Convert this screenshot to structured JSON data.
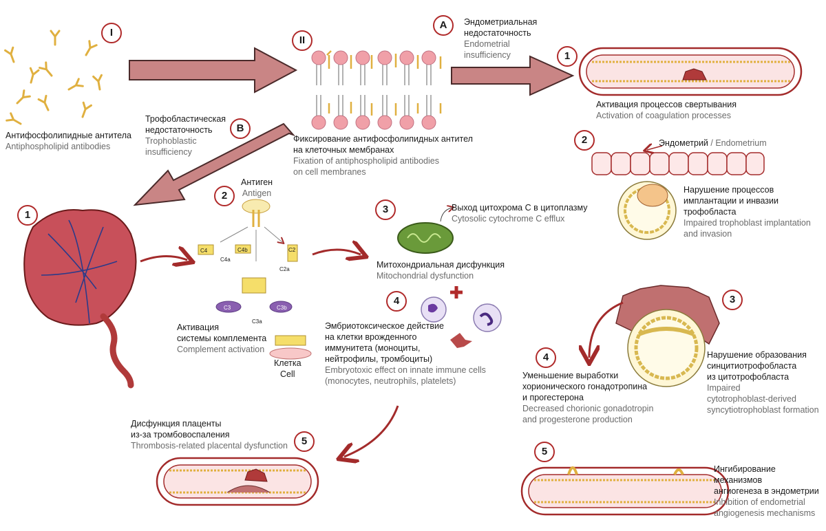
{
  "colors": {
    "arrow_fill": "#c98585",
    "arrow_stroke": "#4a2a2a",
    "badge_ring": "#b02a2a",
    "antibody": "#e0b040",
    "vessel": "#a32b2b",
    "membrane_head": "#f0a0a8",
    "mito": "#6a9a3a",
    "complement_yellow": "#f5de6a",
    "complement_purple": "#8a5fb0"
  },
  "badges": {
    "I": "I",
    "II": "II",
    "A": "A",
    "B": "B",
    "n1": "1",
    "n2": "2",
    "n3": "3",
    "n4": "4",
    "n5": "5"
  },
  "antibodies": {
    "ru": "Антифосфолипидные антитела",
    "en": "Antiphospholipid antibodies"
  },
  "fixation": {
    "ru1": "Фиксирование антифосфолипидных антител",
    "ru2": "на клеточных мембранах",
    "en1": "Fixation of antiphospholipid antibodies",
    "en2": "on cell membranes"
  },
  "endometrial_insufficiency": {
    "ru1": "Эндометриальная",
    "ru2": "недостаточность",
    "en1": "Endometrial",
    "en2": "insufficiency"
  },
  "trophoblastic_insufficiency": {
    "ru1": "Трофобластическая",
    "ru2": "недостаточность",
    "en1": "Trophoblastic",
    "en2": "insufficiency"
  },
  "right": {
    "coag": {
      "ru": "Активация процессов свертывания",
      "en": "Activation of coagulation processes"
    },
    "endometrium": {
      "ru": "Эндометрий",
      "sep": " / ",
      "en": "Endometrium"
    },
    "implant": {
      "ru1": "Нарушение процессов",
      "ru2": "имплантации и инвазии",
      "ru3": "трофобласта",
      "en1": "Impaired trophoblast implantation",
      "en2": "and invasion"
    },
    "syncytio": {
      "ru1": "Нарушение образования",
      "ru2": "синцитиотрофобласта",
      "ru3": "из цитотрофобласта",
      "en1": "Impaired",
      "en2": "cytotrophoblast-derived",
      "en3": "syncytiotrophoblast formation"
    },
    "hcg": {
      "ru1": "Уменьшение выработки",
      "ru2": "хорионического гонадотропина",
      "ru3": "и прогестерона",
      "en1": "Decreased chorionic gonadotropin",
      "en2": "and progesterone production"
    },
    "angio": {
      "ru1": "Ингибирование механизмов",
      "ru2": "ангиогенеза в эндометрии",
      "en1": "Inhibition of endometrial",
      "en2": "angiogenesis mechanisms"
    }
  },
  "left": {
    "antigen": {
      "ru": "Антиген",
      "en": "Antigen"
    },
    "complement": {
      "ru1": "Активация",
      "ru2": "системы комплемента",
      "en": "Complement activation"
    },
    "cell": {
      "ru1": "Клетка",
      "en1": "Cell"
    },
    "cyto": {
      "ru": "Выход цитохрома С в цитоплазму",
      "en": "Cytosolic cytochrome C efflux"
    },
    "mito": {
      "ru": "Митохондриальная дисфункция",
      "en": "Mitochondrial dysfunction"
    },
    "embryo": {
      "ru1": "Эмбриотоксическое действие",
      "ru2": "на клетки врожденного",
      "ru3": "иммунитета (моноциты,",
      "ru4": "нейтрофилы, тромбоциты)",
      "en1": "Embryotoxic effect on innate immune cells",
      "en2": "(monocytes, neutrophils, platelets)"
    },
    "placenta": {
      "ru1": "Дисфункция плаценты",
      "ru2": "из-за тромбовоспаления",
      "en": "Thrombosis-related placental dysfunction"
    },
    "complement_tags": {
      "c4": "C4",
      "c4b": "C4b",
      "c2": "C2",
      "c2a": "C2a",
      "c4a": "C4a",
      "c3": "C3",
      "c3a": "C3a",
      "c3b": "C3b"
    }
  }
}
